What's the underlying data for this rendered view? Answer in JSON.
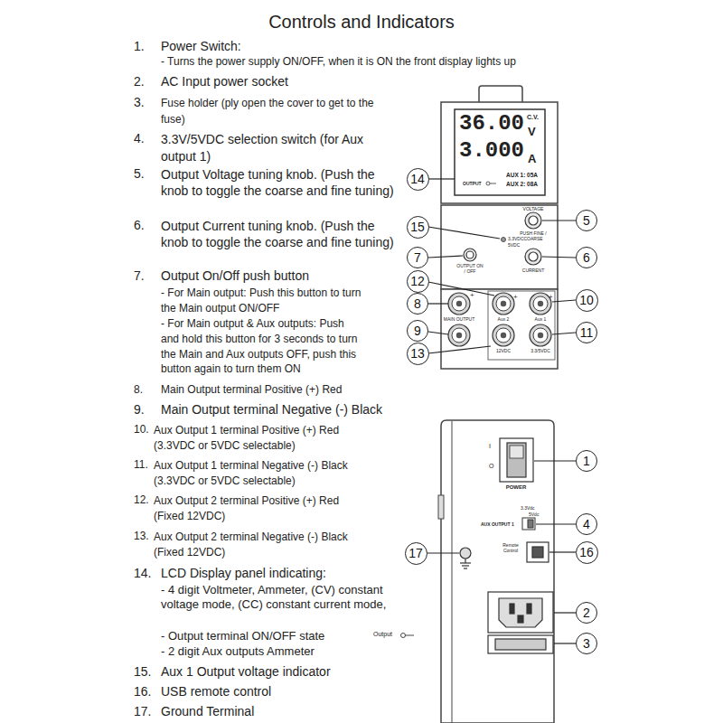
{
  "diagram": {
    "title": "Controls and Indicators",
    "nodes": [
      {
        "text": [
          "14"
        ]
      },
      {
        "text": [
          "5"
        ]
      },
      {
        "text": [
          "15"
        ]
      },
      {
        "text": [
          "6"
        ]
      },
      {
        "text": [
          "7"
        ]
      },
      {
        "text": [
          "12"
        ]
      },
      {
        "text": [
          "10"
        ]
      },
      {
        "text": [
          "8"
        ]
      },
      {
        "text": [
          "9"
        ]
      },
      {
        "text": [
          "11"
        ]
      },
      {
        "text": [
          "13"
        ]
      },
      {
        "text": [
          "1"
        ]
      },
      {
        "text": [
          "4"
        ]
      },
      {
        "text": [
          "17"
        ]
      },
      {
        "text": [
          "16"
        ]
      },
      {
        "text": [
          "2"
        ]
      },
      {
        "text": [
          "3"
        ]
      }
    ],
    "labels": [
      "1.",
      "Power Switch:",
      "- Turns the power supply ON/OFF, when it is ON the front display lights up",
      "2.",
      "AC Input power socket",
      "3.",
      "Fuse holder (ply open the cover to get to the fuse)",
      "4.",
      "3.3V/5VDC selection switch (for Aux output 1)",
      "5.",
      "Output Voltage tuning knob. (Push the knob to toggle the coarse and fine tuning)",
      "6.",
      "Output Current tuning knob. (Push the knob to toggle the coarse and fine tuning)",
      "7.",
      "Output On/Off push button",
      "- For Main output: Push this button to turn the Main output ON/OFF",
      "- For Main output & Aux outputs: Push and hold this button for 3 seconds to turn the Main and Aux outputs OFF, push this button again to turn them ON",
      "8.",
      "Main Output terminal Positive (+) Red",
      "9.",
      "Main Output terminal Negative (-) Black",
      "10.",
      "Aux Output 1 terminal Positive (+) Red (3.3VDC or 5VDC selectable)",
      "11.",
      "Aux Output 1 terminal Negative (-) Black (3.3VDC or 5VDC selectable)",
      "12.",
      "Aux Output 2 terminal Positive (+) Red (Fixed 12VDC)",
      "13.",
      "Aux Output 2 terminal Negative (-) Black (Fixed 12VDC)",
      "14.",
      "LCD Display panel indicating:",
      "- 4 digit Voltmeter, Ammeter, (CV) constant voltage mode, (CC) constant current mode,",
      "- Output terminal ON/OFF state",
      "Output",
      "- 2 digit Aux outputs Ammeter",
      "15.",
      "Aux 1 Output voltage indicator",
      "16.",
      "USB remote control",
      "17.",
      "Ground Terminal",
      "36.00",
      "C.V.",
      "V",
      "3.000",
      "A",
      "AUX 1: 05A",
      "AUX 2: 08A",
      "OUTPUT",
      "VOLTAGE",
      "PUSH FINE / COARSE",
      "CURRENT",
      "3.3VDC",
      "5VDC",
      "OUTPUT ON / OFF",
      "+",
      "+",
      "+",
      "MAIN OUTPUT",
      "Aux 2",
      "Aux 1",
      "12VDC",
      "3.3/5VDC",
      "I",
      "O",
      "POWER",
      "3.3Vdc",
      "5Vdc",
      "AUX OUTPUT 1",
      "Remote Control"
    ]
  }
}
